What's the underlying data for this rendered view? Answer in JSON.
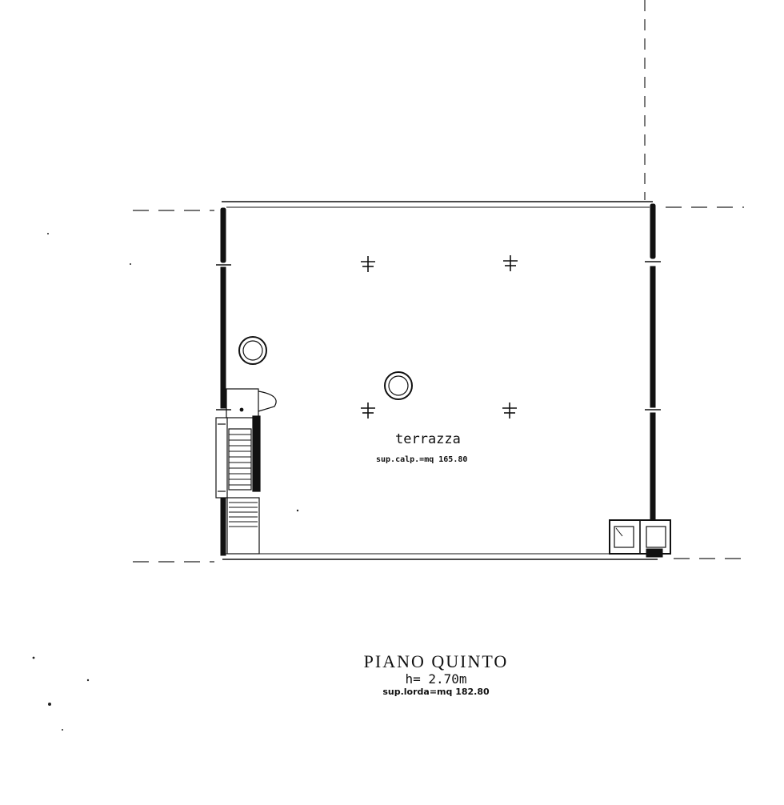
{
  "plan": {
    "room": {
      "name": "terrazza",
      "area": "sup.calp.=mq 165.80"
    },
    "floor": {
      "title": "PIANO QUINTO",
      "height": "h= 2.70m",
      "gross_area": "sup.lorda=mq 182.80"
    }
  },
  "colors": {
    "ink": "#111111",
    "paper": "#ffffff"
  }
}
